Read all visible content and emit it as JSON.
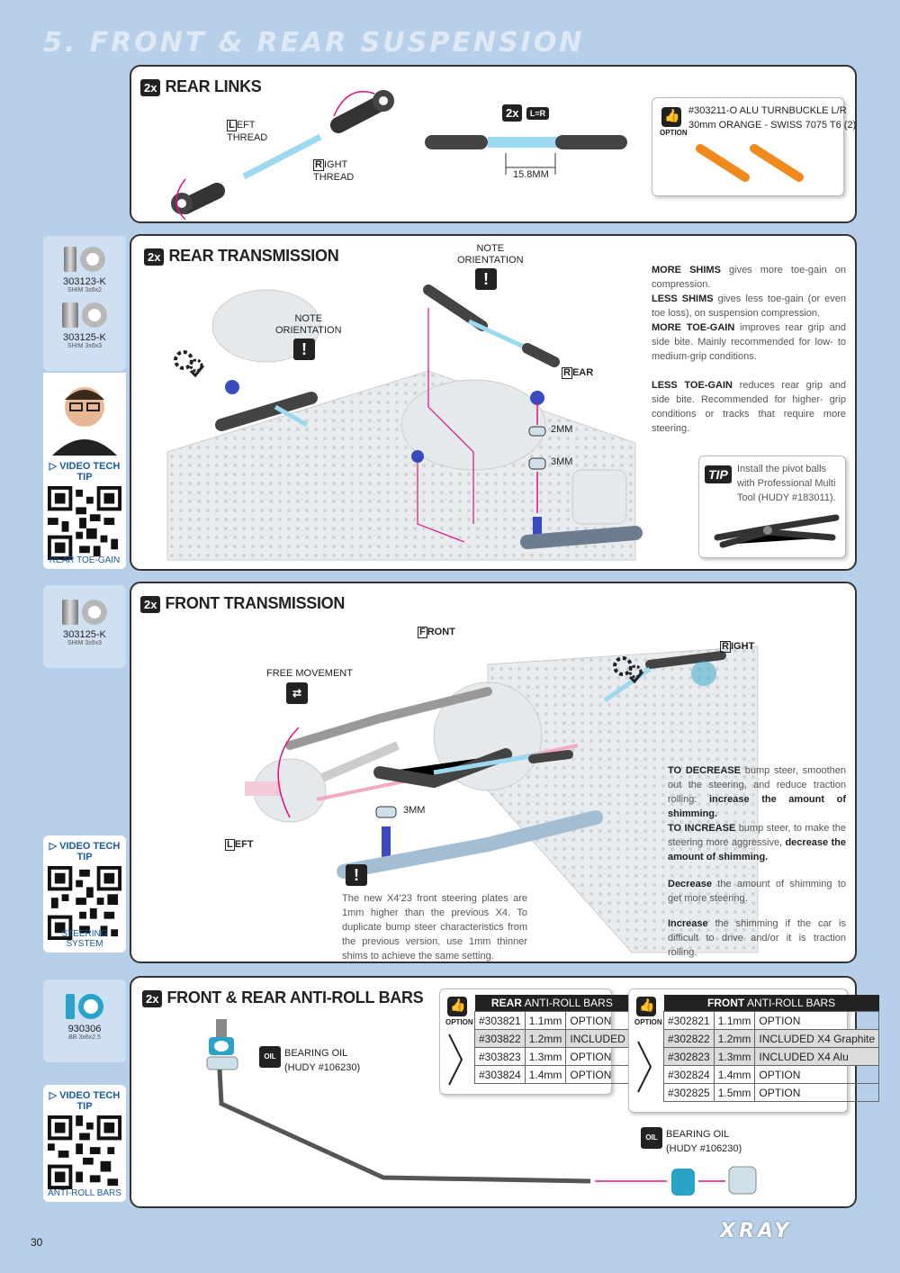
{
  "page_title": "5. FRONT & REAR SUSPENSION",
  "page_number": "30",
  "brand": "XRAY",
  "rear_links": {
    "qty": "2x",
    "title": "REAR LINKS",
    "left_label_first": "L",
    "left_label_rest": "EFT",
    "left_thread": "THREAD",
    "right_label_first": "R",
    "right_label_rest": "IGHT",
    "right_thread": "THREAD",
    "assembled_qty": "2x",
    "lr_symbol": "L=R",
    "length": "15.8mm",
    "option_label": "OPTION",
    "option_text_1": "#303211-O ALU TURNBUCKLE L/R",
    "option_text_2": "30mm ORANGE - SWISS 7075 T6 (2)"
  },
  "rear_transmission": {
    "qty": "2x",
    "title": "REAR TRANSMISSION",
    "note_1": "NOTE",
    "note_1b": "ORIENTATION",
    "note_2": "NOTE",
    "note_2b": "ORIENTATION",
    "rear_first": "R",
    "rear_rest": "EAR",
    "spacer_1": "2mm",
    "spacer_2": "3mm",
    "more_shims_b": "MORE SHIMS",
    "more_shims": " gives more toe-gain on compression.",
    "less_shims_b": "LESS SHIMS",
    "less_shims": " gives less toe-gain (or even toe loss), on suspension compression.",
    "more_toe_b": "MORE TOE-GAIN",
    "more_toe": " improves rear grip and side bite. Mainly recommended for low- to medium-grip conditions.",
    "less_toe_b": "LESS TOE-GAIN",
    "less_toe": " reduces rear grip and side bite. Recommended for higher- grip conditions or tracks that require more steering.",
    "tip_label": "TIP",
    "tip_text": "Install the pivot balls with Professional Multi Tool (HUDY #183011)."
  },
  "front_transmission": {
    "qty": "2x",
    "title": "FRONT TRANSMISSION",
    "front_first": "F",
    "front_rest": "RONT",
    "right_first": "R",
    "right_rest": "IGHT",
    "left_first": "L",
    "left_rest": "EFT",
    "free_movement": "FREE MOVEMENT",
    "spacer": "3mm",
    "note_text": "The new X4'23 front steering plates are 1mm higher than the previous X4. To duplicate bump steer characteristics from the previous version, use 1mm thinner shims to achieve the same setting.",
    "decrease_b": "TO DECREASE",
    "decrease": " bump steer, smoothen out the steering, and reduce traction rolling: ",
    "decrease_b2": "increase the amount of shimming.",
    "increase_b": "TO INCREASE",
    "increase": " bump steer, to make the steering more aggressive, ",
    "increase_b2": "decrease the amount of shimming.",
    "dec2_b": "Decrease",
    "dec2": " the amount of shimming to get more steering.",
    "inc2_b": "Increase",
    "inc2": " the shimming if the car is difficult to drive and/or it is traction rolling."
  },
  "anti_roll": {
    "qty": "2x",
    "title": "FRONT & REAR ANTI-ROLL BARS",
    "oil_label_1": "BEARING OIL",
    "oil_label_1b": "(HUDY #106230)",
    "oil_label_2": "BEARING OIL",
    "oil_label_2b": "(HUDY #106230)",
    "oil_icon": "OIL",
    "option_label": "OPTION",
    "rear_table": {
      "head_b": "REAR",
      "head": " ANTI-ROLL BARS",
      "rows": [
        [
          "#303821",
          "1.1mm",
          "OPTION"
        ],
        [
          "#303822",
          "1.2mm",
          "INCLUDED"
        ],
        [
          "#303823",
          "1.3mm",
          "OPTION"
        ],
        [
          "#303824",
          "1.4mm",
          "OPTION"
        ]
      ]
    },
    "front_table": {
      "head_b": "FRONT",
      "head": " ANTI-ROLL BARS",
      "rows": [
        [
          "#302821",
          "1.1mm",
          "OPTION"
        ],
        [
          "#302822",
          "1.2mm",
          "INCLUDED X4 Graphite"
        ],
        [
          "#302823",
          "1.3mm",
          "INCLUDED X4 Alu"
        ],
        [
          "#302824",
          "1.4mm",
          "OPTION"
        ],
        [
          "#302825",
          "1.5mm",
          "OPTION"
        ]
      ]
    }
  },
  "sidebar": {
    "shim1_pn": "303123-K",
    "shim1_desc": "SHIM 3x6x2",
    "shim2_pn": "303125-K",
    "shim2_desc": "SHIM 3x6x3",
    "shim3_pn": "303125-K",
    "shim3_desc": "SHIM 3x6x3",
    "bb_pn": "930306",
    "bb_desc": "BB 3x6x2.5",
    "video_1_head": "VIDEO TECH TIP",
    "video_1_foot": "REAR TOE-GAIN",
    "video_2_head": "VIDEO TECH TIP",
    "video_2_foot": "STEERING SYSTEM",
    "video_3_head": "VIDEO TECH TIP",
    "video_3_foot": "ANTI-ROLL BARS"
  },
  "colors": {
    "accent": "#e0107f",
    "background": "#b8cfe9",
    "part_blue": "#2aa3c8",
    "option_orange": "#f08a1c"
  }
}
